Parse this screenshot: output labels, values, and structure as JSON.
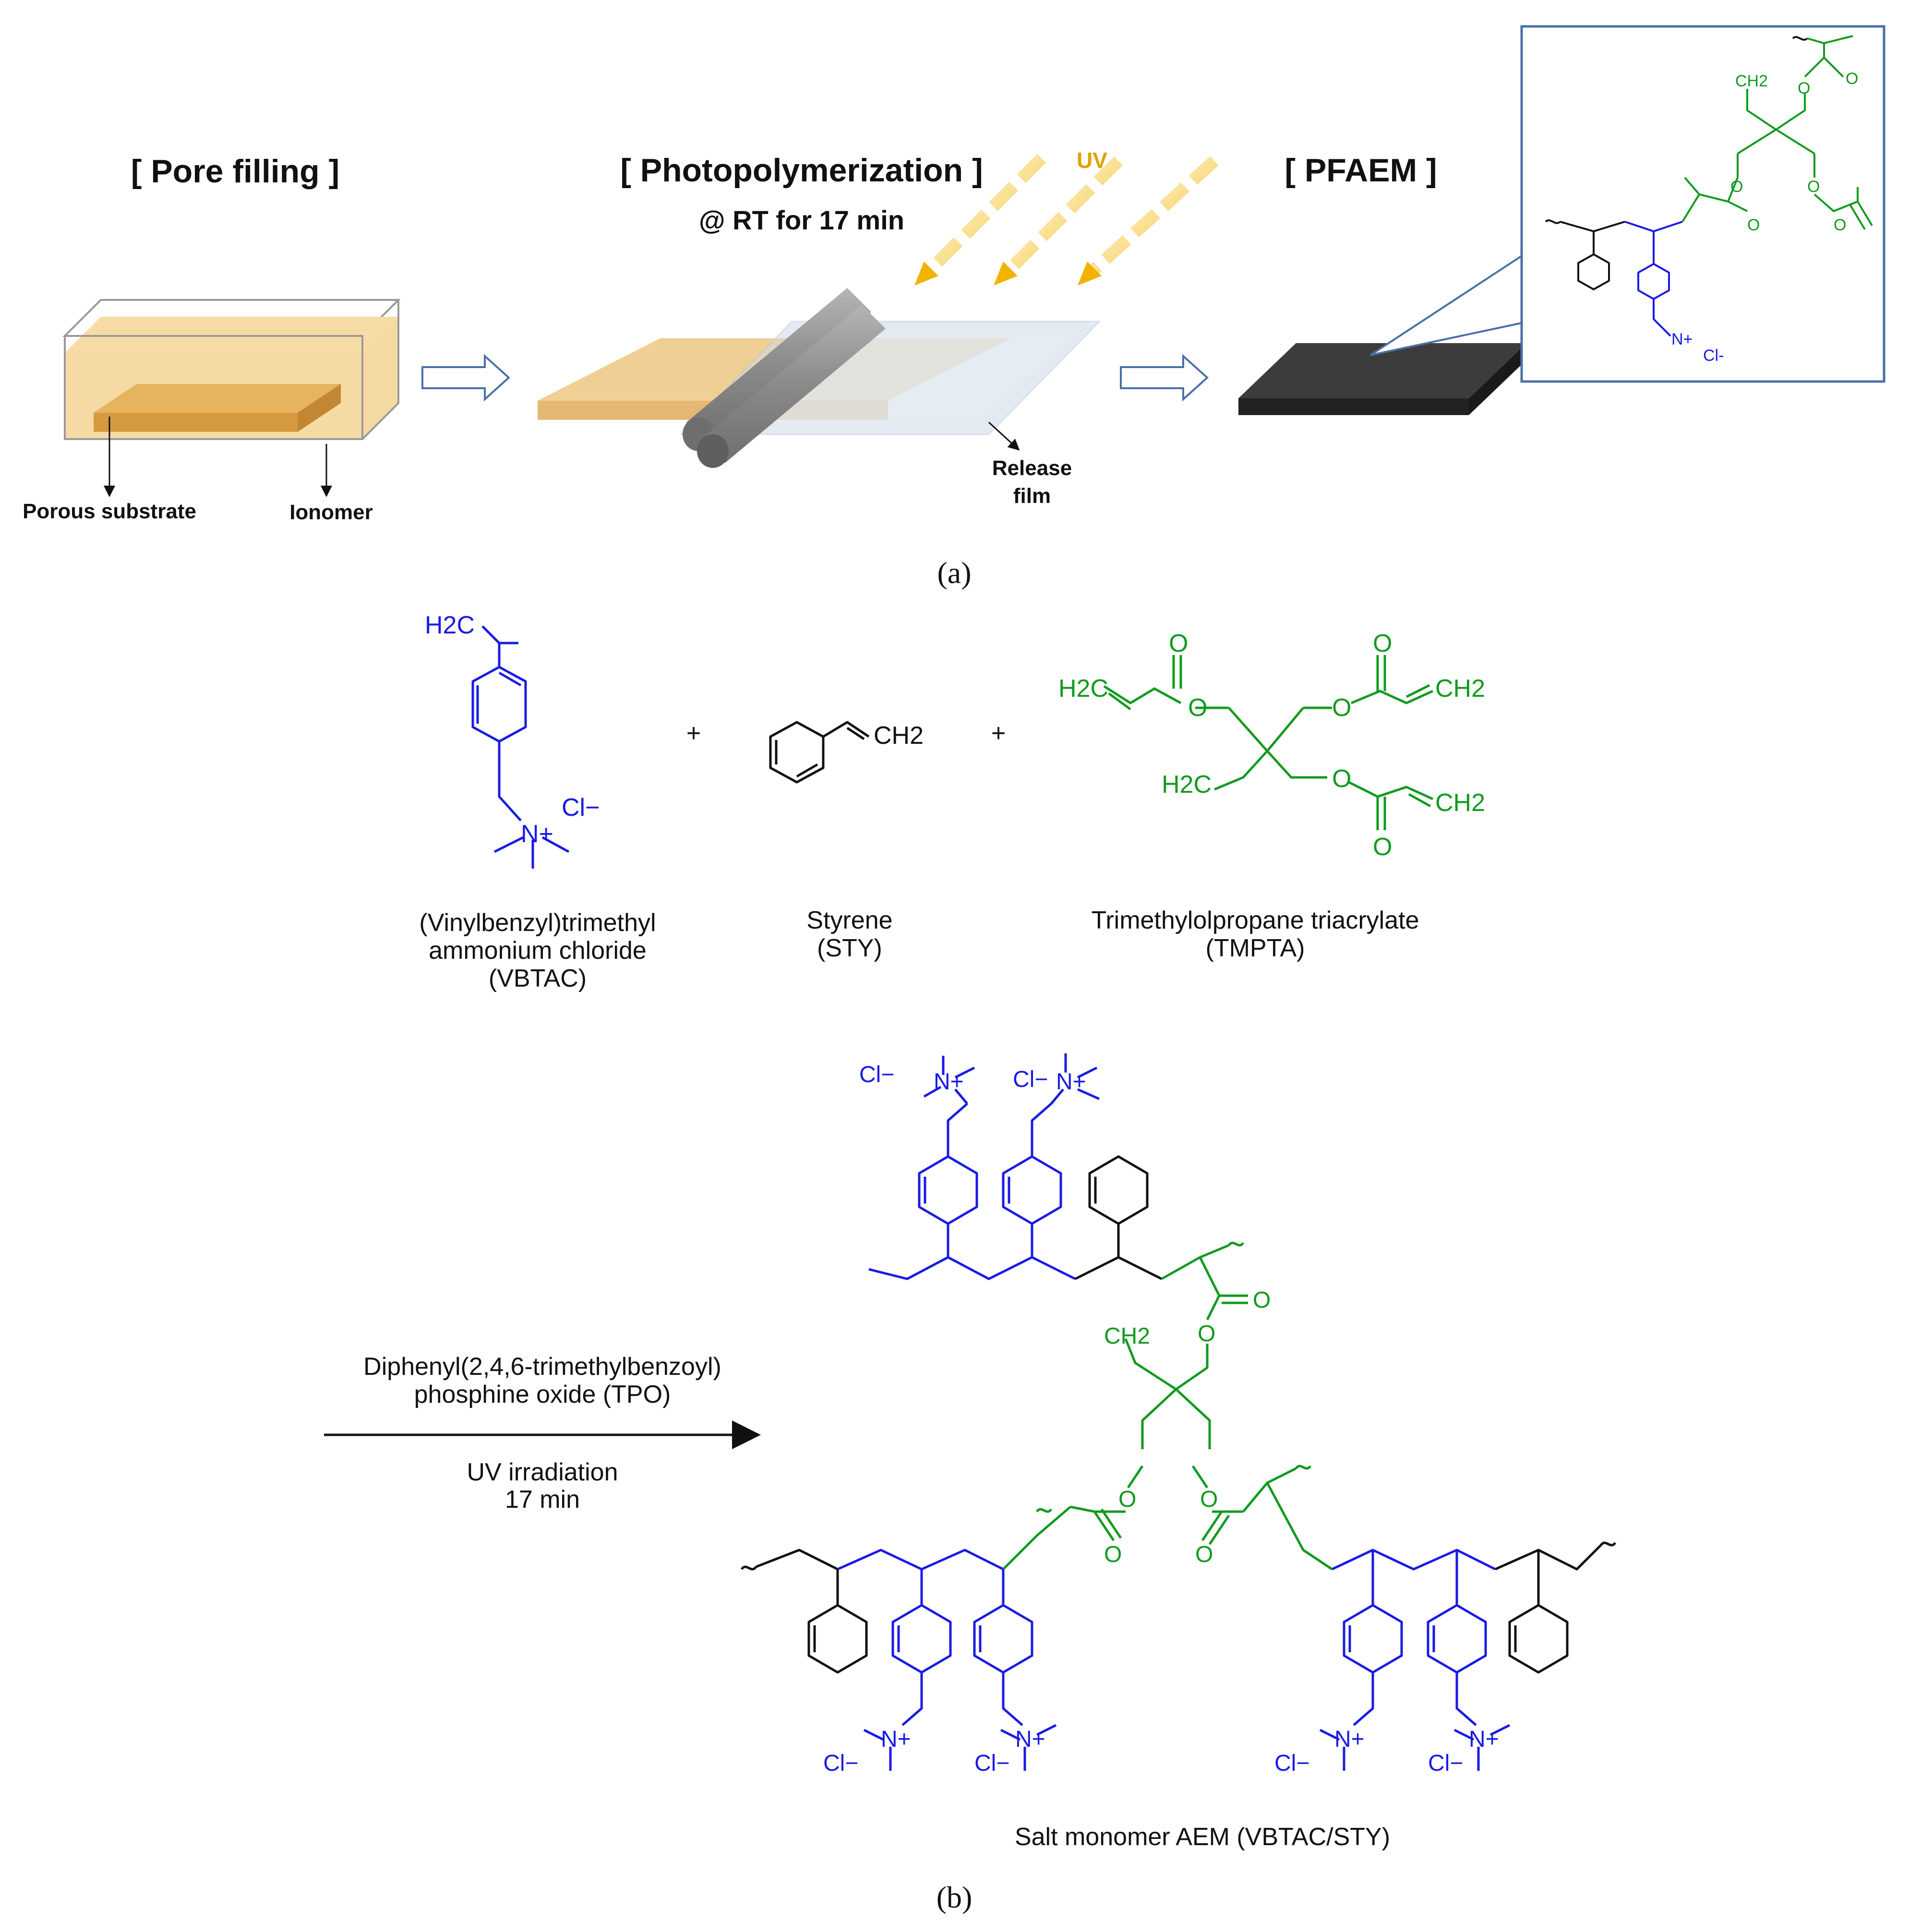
{
  "panel_a": {
    "step1_title": "[ Pore filling ]",
    "step2_title": "[ Photopolymerization ]",
    "step2_condition": "@ RT for 17 min",
    "uv_label": "UV",
    "step3_title": "[ PFAEM ]",
    "label_porous_substrate": "Porous substrate",
    "label_ionomer": "Ionomer",
    "label_release": "Release",
    "label_film": "film",
    "inset_labels": {
      "ch2": "CH2",
      "o": "O",
      "n_plus": "N+",
      "cl_minus": "Cl-"
    },
    "caption": "(a)"
  },
  "panel_b": {
    "vbtac": {
      "h2c": "H2C",
      "cl": "Cl−",
      "n": "N+",
      "name_line1": "(Vinylbenzyl)trimethyl",
      "name_line2": "ammonium chloride",
      "name_line3": "(VBTAC)"
    },
    "plus1": "+",
    "styrene": {
      "ch2": "CH2",
      "name_line1": "Styrene",
      "name_line2": "(STY)"
    },
    "plus2": "+",
    "tmpta": {
      "h2c": "H2C",
      "ch2": "CH2",
      "o": "O",
      "name_line1": "Trimethylolpropane triacrylate",
      "name_line2": "(TMPTA)"
    },
    "arrow_above_line1": "Diphenyl(2,4,6-trimethylbenzoyl)",
    "arrow_above_line2": "phosphine oxide (TPO)",
    "arrow_below_line1": "UV irradiation",
    "arrow_below_line2": "17 min",
    "product": {
      "cl": "Cl−",
      "n": "N+",
      "ch2": "CH2",
      "o": "O",
      "name": "Salt monomer AEM (VBTAC/STY)"
    },
    "caption": "(b)"
  },
  "colors": {
    "vbtac": "#1a1ae6",
    "styrene": "#111111",
    "tmpta": "#119a1e",
    "uv": "#f2b200",
    "membrane": "#3c3c3c",
    "substrate": "#e8c07a"
  }
}
